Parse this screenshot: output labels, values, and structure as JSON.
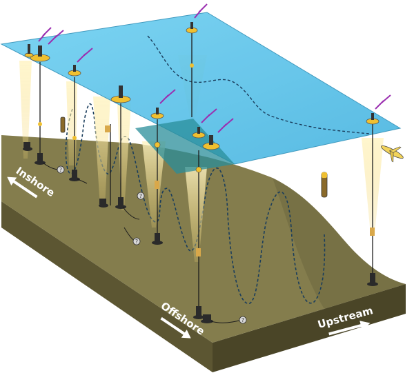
{
  "labels": {
    "inshore": "Inshore",
    "offshore": "Offshore",
    "upstream": "Upstream"
  },
  "marker_text": "?",
  "colors": {
    "sea_surface": "#58c3ea",
    "sea_surface_stroke": "#2c8fb8",
    "seabed_top": "#837c4c",
    "seabed_front": "#5c5632",
    "seabed_side": "#4a4527",
    "beam": "#f7e39a",
    "signal": "#9b2fb0",
    "track": "#1a3d5c",
    "buoy": "#f0c030",
    "anchor": "#2a2a2a"
  },
  "icons": [
    "radio-signal-icon",
    "buoy-icon",
    "anchor-icon",
    "glider-icon",
    "profiler-icon",
    "arrow-icon"
  ]
}
